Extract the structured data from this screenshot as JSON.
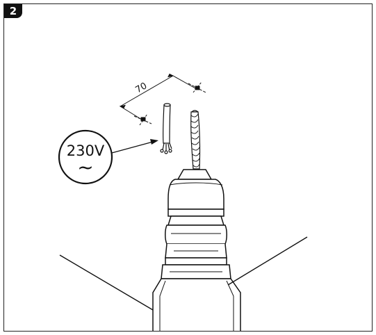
{
  "step": {
    "number": "2"
  },
  "drilling": {
    "dimension_label": "70"
  },
  "voltage_warning": {
    "label": "230V",
    "symbol": "~"
  },
  "icons": {
    "hole_marks": "crosshair-icon",
    "power_cable": "cable-icon",
    "drill": "drill-icon",
    "drill_bit": "drill-bit-icon"
  },
  "colors": {
    "line": "#111111",
    "badge_bg": "#111111",
    "badge_text": "#ffffff"
  }
}
